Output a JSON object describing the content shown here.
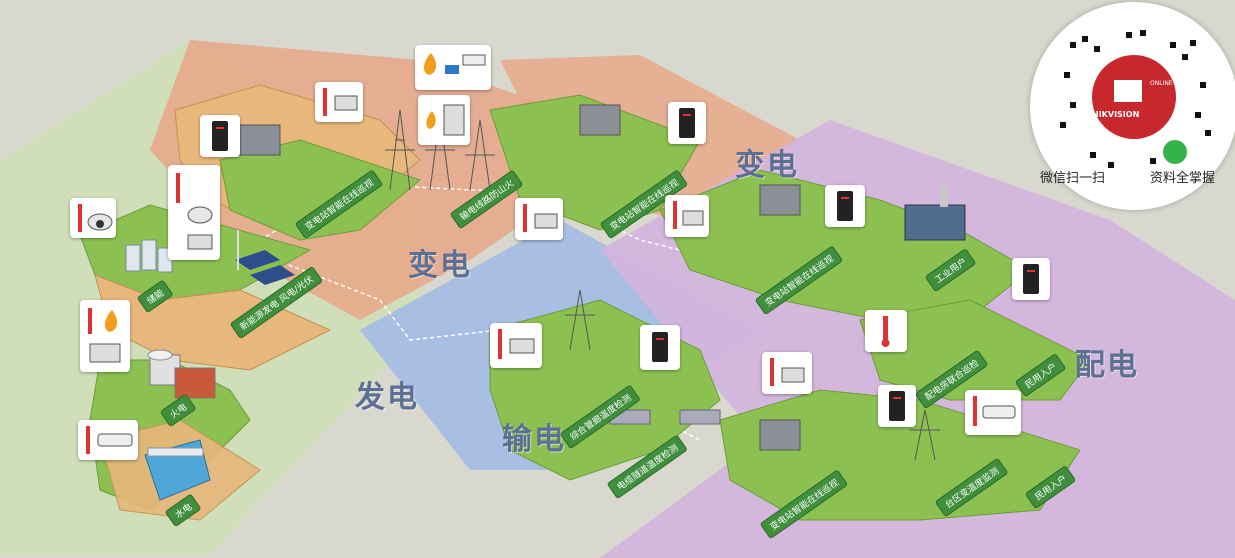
{
  "zones": {
    "power_gen": "发电",
    "transmission": "输电",
    "substation_left": "变电",
    "substation_right": "变电",
    "distribution": "配电"
  },
  "nodes": {
    "storage": "储能",
    "new_energy": "新能源发电\n风电/光伏",
    "thermal": "火电",
    "hydro": "水电",
    "sub_online_monitor_left": "变电站智能在线巡视",
    "line_fire": "输电线路防山火",
    "sub_online_monitor_mid": "变电站智能在线巡视",
    "cable_tunnel_temp": "综合管廊温度检测",
    "cable_tunnel_temp2": "电缆隧道温度检测",
    "sub_online_monitor_right": "变电站智能在线巡视",
    "industrial_user": "工业用户",
    "dist_room": "配电房联合巡检",
    "resident_1": "民用入户",
    "sub_online_monitor_bottom": "变电站智能在线巡视",
    "district_temp": "台区变温度监测",
    "resident_2": "民用入户"
  },
  "qr": {
    "caption_left": "微信扫一扫",
    "caption_right": "资料全掌握",
    "brand": "HIKVISION",
    "brand_sub": "ONLINE"
  },
  "colors": {
    "gen_zone": "#cfe0b6",
    "trans_zone": "#9fb7e0",
    "sub_zone": "#e7a98a",
    "dist_zone": "#d4b4de",
    "island_green": "#8cc152",
    "island_orange": "#e8b77b",
    "label_green": "#3f8f3c",
    "zone_text": "#5d6f93"
  }
}
